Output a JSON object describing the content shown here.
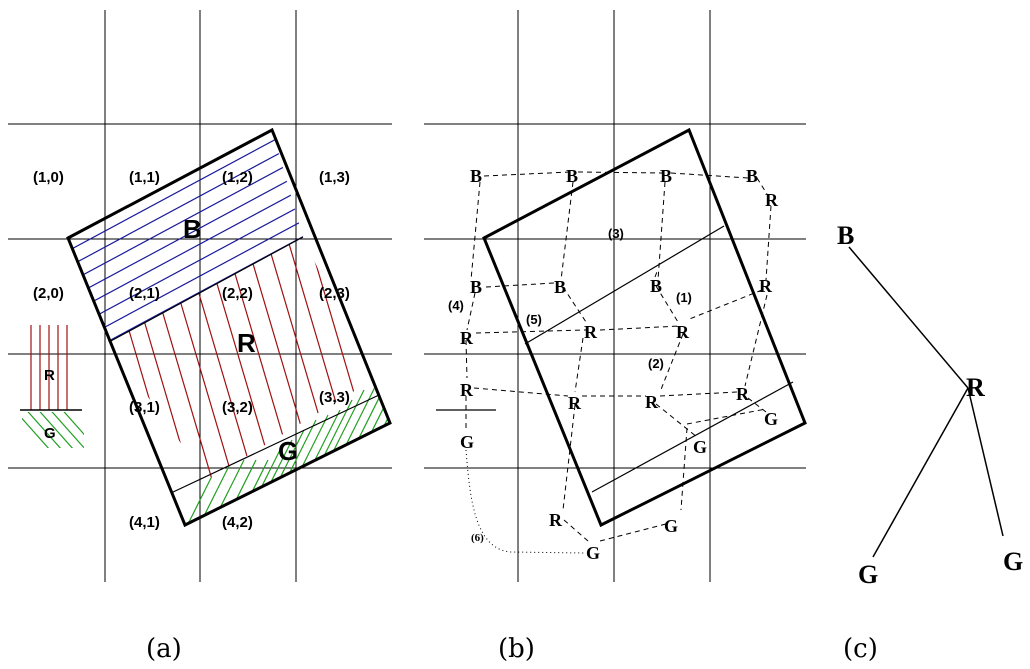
{
  "panel_a": {
    "cells": [
      {
        "id": "1-0",
        "text": "(1,0)"
      },
      {
        "id": "1-1",
        "text": "(1,1)"
      },
      {
        "id": "1-2",
        "text": "(1,2)"
      },
      {
        "id": "1-3",
        "text": "(1,3)"
      },
      {
        "id": "2-0",
        "text": "(2,0)"
      },
      {
        "id": "2-1",
        "text": "(2,1)"
      },
      {
        "id": "2-2",
        "text": "(2,2)"
      },
      {
        "id": "2-3",
        "text": "(2,3)"
      },
      {
        "id": "3-1",
        "text": "(3,1)"
      },
      {
        "id": "3-2",
        "text": "(3,2)"
      },
      {
        "id": "3-3",
        "text": "(3,3)"
      },
      {
        "id": "4-1",
        "text": "(4,1)"
      },
      {
        "id": "4-2",
        "text": "(4,2)"
      }
    ],
    "region_b": "B",
    "region_r": "R",
    "region_g": "G",
    "legend_r": "R",
    "legend_g": "G",
    "colors": {
      "B": "#1a1a9a",
      "R": "#a01010",
      "G": "#1fa01f"
    }
  },
  "panel_b": {
    "nodes": [
      {
        "id": "b1",
        "text": "B"
      },
      {
        "id": "b2",
        "text": "B"
      },
      {
        "id": "b3",
        "text": "B"
      },
      {
        "id": "b4",
        "text": "B"
      },
      {
        "id": "r1",
        "text": "R"
      },
      {
        "id": "b5",
        "text": "B"
      },
      {
        "id": "b6",
        "text": "B"
      },
      {
        "id": "b7",
        "text": "B"
      },
      {
        "id": "r2",
        "text": "R"
      },
      {
        "id": "r3",
        "text": "R"
      },
      {
        "id": "r4",
        "text": "R"
      },
      {
        "id": "r5",
        "text": "R"
      },
      {
        "id": "r6",
        "text": "R"
      },
      {
        "id": "r7",
        "text": "R"
      },
      {
        "id": "r8",
        "text": "R"
      },
      {
        "id": "r9",
        "text": "R"
      },
      {
        "id": "g1",
        "text": "G"
      },
      {
        "id": "g2",
        "text": "G"
      },
      {
        "id": "g3",
        "text": "G"
      },
      {
        "id": "r10",
        "text": "R"
      },
      {
        "id": "g4",
        "text": "G"
      },
      {
        "id": "g5",
        "text": "G"
      }
    ],
    "annotations": [
      "(1)",
      "(2)",
      "(3)",
      "(4)",
      "(5)",
      "(6)"
    ]
  },
  "panel_c": {
    "root": "R",
    "children": [
      "B",
      "G",
      "G"
    ]
  },
  "captions": [
    "(a)",
    "(b)",
    "(c)"
  ]
}
